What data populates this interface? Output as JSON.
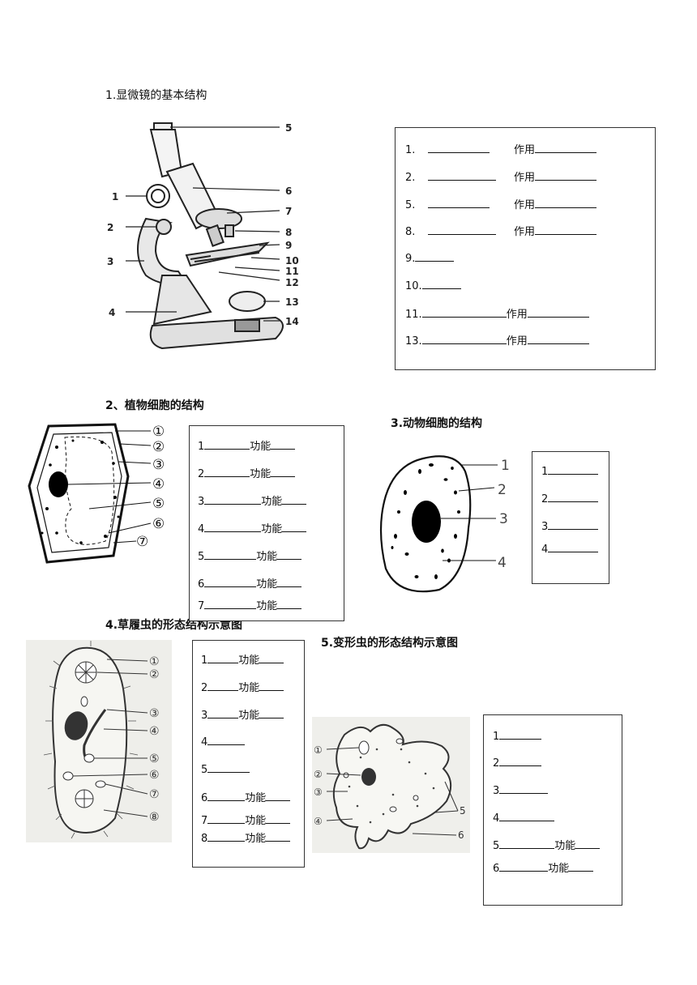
{
  "sections": {
    "microscope": {
      "title": "1.显微镜的基本结构",
      "labels": [
        "1",
        "2",
        "3",
        "4",
        "5",
        "6",
        "7",
        "8",
        "9",
        "10",
        "11",
        "12",
        "13",
        "14"
      ]
    },
    "plant_cell": {
      "title": "2、植物细胞的结构",
      "labels": [
        "①",
        "②",
        "③",
        "④",
        "⑤",
        "⑥",
        "⑦"
      ]
    },
    "animal_cell": {
      "title": "3.动物细胞的结构",
      "labels": [
        "1",
        "2",
        "3",
        "4"
      ]
    },
    "paramecium": {
      "title": "4.草履虫的形态结构示意图",
      "labels": [
        "①",
        "②",
        "③",
        "④",
        "⑤",
        "⑥",
        "⑦",
        "⑧"
      ]
    },
    "amoeba": {
      "title": "5.变形虫的形态结构示意图",
      "labels": [
        "①",
        "②",
        "③",
        "④",
        "5",
        "6"
      ]
    }
  },
  "box1": {
    "rows": [
      {
        "num": "1.",
        "suffix": "作用"
      },
      {
        "num": "2.",
        "suffix": "作用"
      },
      {
        "num": "5.",
        "suffix": "作用"
      },
      {
        "num": "8.",
        "suffix": "作用"
      },
      {
        "num": "9.",
        "suffix": ""
      },
      {
        "num": "10.",
        "suffix": ""
      },
      {
        "num": "11.",
        "suffix": "作用"
      },
      {
        "num": "13.",
        "suffix": "作用"
      }
    ]
  },
  "box2": {
    "rows": [
      {
        "num": "1",
        "suffix": "功能"
      },
      {
        "num": "2",
        "suffix": "功能"
      },
      {
        "num": "3",
        "suffix": "功能"
      },
      {
        "num": "4",
        "suffix": "功能"
      },
      {
        "num": "5",
        "suffix": "功能"
      },
      {
        "num": "6",
        "suffix": "功能"
      },
      {
        "num": "7",
        "suffix": "功能"
      }
    ]
  },
  "box3": {
    "rows": [
      {
        "num": "1"
      },
      {
        "num": "2"
      },
      {
        "num": "3"
      },
      {
        "num": "4"
      }
    ]
  },
  "box4": {
    "rows": [
      {
        "num": "1",
        "suffix": "功能"
      },
      {
        "num": "2",
        "suffix": "功能"
      },
      {
        "num": "3",
        "suffix": "功能"
      },
      {
        "num": "4",
        "suffix": ""
      },
      {
        "num": "5",
        "suffix": ""
      },
      {
        "num": "6",
        "suffix": "功能"
      },
      {
        "num": "7",
        "suffix": "功能"
      },
      {
        "num": "8",
        "suffix": "功能"
      }
    ]
  },
  "box5": {
    "rows": [
      {
        "num": "1",
        "suffix": ""
      },
      {
        "num": "2",
        "suffix": ""
      },
      {
        "num": "3",
        "suffix": ""
      },
      {
        "num": "4",
        "suffix": ""
      },
      {
        "num": "5",
        "suffix": "功能"
      },
      {
        "num": "6",
        "suffix": "功能"
      }
    ]
  }
}
